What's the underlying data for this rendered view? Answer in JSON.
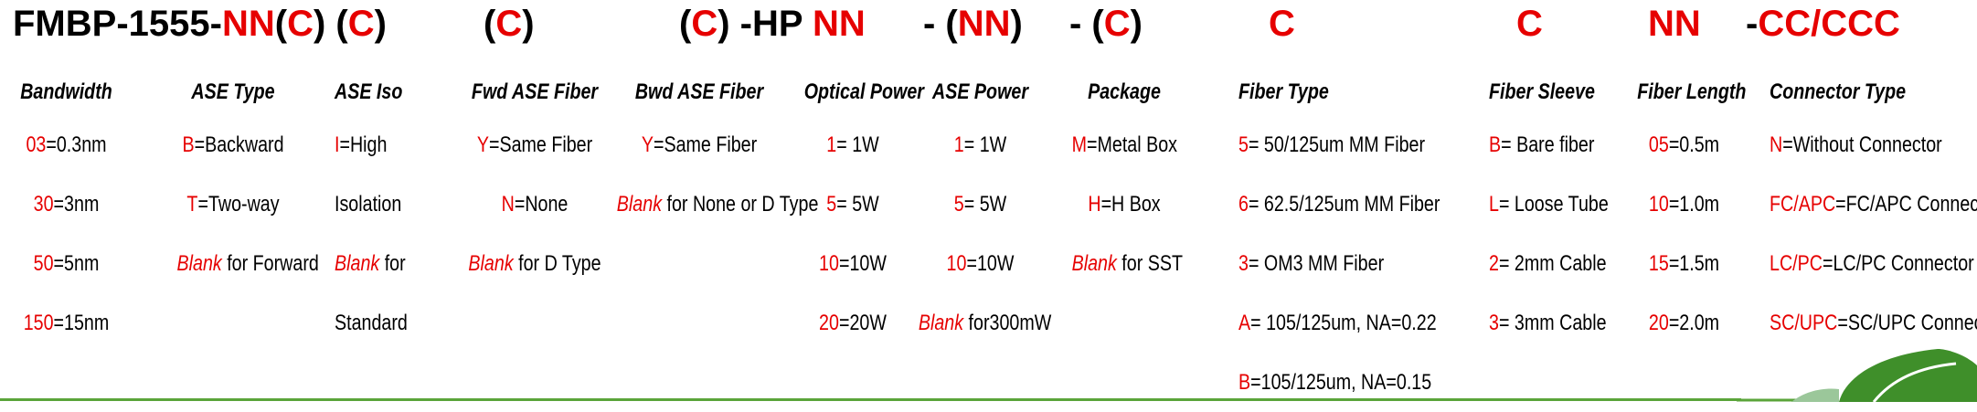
{
  "title": {
    "segments": [
      {
        "text": "FMBP-1555-",
        "color": "black",
        "left": 0
      },
      {
        "text": "NN",
        "color": "red",
        "left": 0
      },
      {
        "text": "(",
        "color": "black",
        "left": 0
      },
      {
        "text": "C",
        "color": "red",
        "left": 0
      },
      {
        "text": ") (",
        "color": "black",
        "left": 0
      },
      {
        "text": "C",
        "color": "red",
        "left": 0
      },
      {
        "text": ")",
        "color": "black",
        "left": 0
      }
    ],
    "groups": [
      {
        "parts": [
          [
            "FMBP-1555-",
            "k"
          ],
          [
            "NN",
            "r"
          ],
          [
            "(",
            "k"
          ],
          [
            "C",
            "r"
          ],
          [
            ") (",
            "k"
          ],
          [
            "C",
            "r"
          ],
          [
            ")",
            "k"
          ]
        ]
      },
      {
        "parts": [
          [
            "(",
            "k"
          ],
          [
            "C",
            "r"
          ],
          [
            ")",
            "k"
          ]
        ]
      },
      {
        "parts": [
          [
            "(",
            "k"
          ],
          [
            "C",
            "r"
          ],
          [
            ") -HP ",
            "k"
          ],
          [
            "NN",
            "r"
          ]
        ]
      },
      {
        "parts": [
          [
            "- (",
            "k"
          ],
          [
            "NN",
            "r"
          ],
          [
            ")",
            "k"
          ]
        ]
      },
      {
        "parts": [
          [
            "- (",
            "k"
          ],
          [
            "C",
            "r"
          ],
          [
            ")",
            "k"
          ]
        ]
      },
      {
        "parts": [
          [
            "C",
            "r"
          ]
        ]
      },
      {
        "parts": [
          [
            "C",
            "r"
          ]
        ]
      },
      {
        "parts": [
          [
            "NN",
            "r"
          ]
        ]
      },
      {
        "parts": [
          [
            "-",
            "k"
          ],
          [
            "CC/CCC",
            "r"
          ]
        ]
      }
    ]
  },
  "columns": [
    {
      "header": "Bandwidth",
      "items": [
        {
          "code": "03",
          "rest": "=0.3nm"
        },
        {
          "code": "30",
          "rest": "=3nm"
        },
        {
          "code": "50",
          "rest": "=5nm"
        },
        {
          "code": "150",
          "rest": "=15nm"
        }
      ]
    },
    {
      "header": "ASE Type",
      "items": [
        {
          "code": "B",
          "rest": "=Backward"
        },
        {
          "code": "T",
          "rest": "=Two-way"
        },
        {
          "code": "Blank",
          "rest": " for Forward",
          "italic": true
        }
      ]
    },
    {
      "header": "ASE Iso",
      "items": [
        {
          "code": "I",
          "rest": "=High"
        },
        {
          "code": "",
          "rest": "Isolation"
        },
        {
          "code": "Blank",
          "rest": " for",
          "italic": true
        },
        {
          "code": "",
          "rest": "Standard"
        }
      ]
    },
    {
      "header": "Fwd ASE Fiber",
      "items": [
        {
          "code": "Y",
          "rest": "=Same Fiber"
        },
        {
          "code": "N",
          "rest": "=None"
        },
        {
          "code": "Blank",
          "rest": " for D Type",
          "italic": true
        }
      ]
    },
    {
      "header": "Bwd ASE Fiber",
      "items": [
        {
          "code": "Y",
          "rest": "=Same Fiber"
        },
        {
          "code": "Blank",
          "rest": " for None or D Type",
          "italic": true
        }
      ]
    },
    {
      "header": "Optical Power",
      "items": [
        {
          "code": "1",
          "rest": "= 1W"
        },
        {
          "code": "5",
          "rest": "= 5W"
        },
        {
          "code": "10",
          "rest": "=10W"
        },
        {
          "code": "20",
          "rest": "=20W"
        }
      ]
    },
    {
      "header": "ASE Power",
      "items": [
        {
          "code": "1",
          "rest": "= 1W"
        },
        {
          "code": "5",
          "rest": "= 5W"
        },
        {
          "code": "10",
          "rest": "=10W"
        },
        {
          "code": "Blank",
          "rest": " for300mW",
          "italic": true
        }
      ]
    },
    {
      "header": "Package",
      "items": [
        {
          "code": "M",
          "rest": "=Metal Box"
        },
        {
          "code": "H",
          "rest": "=H Box"
        },
        {
          "code": "Blank",
          "rest": " for SST",
          "italic": true
        }
      ]
    },
    {
      "header": "Fiber Type",
      "items": [
        {
          "code": "5",
          "rest": "= 50/125um MM Fiber"
        },
        {
          "code": "6",
          "rest": "= 62.5/125um MM Fiber"
        },
        {
          "code": "3",
          "rest": "= OM3 MM Fiber"
        },
        {
          "code": "A",
          "rest": "= 105/125um, NA=0.22"
        },
        {
          "code": "B",
          "rest": "=105/125um, NA=0.15"
        }
      ]
    },
    {
      "header": "Fiber Sleeve",
      "items": [
        {
          "code": "B",
          "rest": "= Bare fiber"
        },
        {
          "code": "L",
          "rest": "= Loose Tube"
        },
        {
          "code": "2",
          "rest": "= 2mm Cable"
        },
        {
          "code": "3",
          "rest": "= 3mm Cable"
        }
      ]
    },
    {
      "header": "Fiber Length",
      "items": [
        {
          "code": "05",
          "rest": "=0.5m"
        },
        {
          "code": "10",
          "rest": "=1.0m"
        },
        {
          "code": "15",
          "rest": "=1.5m"
        },
        {
          "code": "20",
          "rest": "=2.0m"
        }
      ]
    },
    {
      "header": "Connector Type",
      "items": [
        {
          "code": "N",
          "rest": "=Without Connector"
        },
        {
          "code": "FC/APC",
          "rest": "=FC/APC Connector"
        },
        {
          "code": "LC/PC",
          "rest": "=LC/PC Connector"
        },
        {
          "code": "SC/UPC",
          "rest": "=SC/UPC Connector"
        }
      ]
    }
  ],
  "colors": {
    "code_red": "#e60000",
    "text_black": "#000000",
    "rule_green": "#5aa43a",
    "logo_green": "#3f8f2a"
  },
  "logo": {
    "icon": "leaf-logo-icon"
  }
}
